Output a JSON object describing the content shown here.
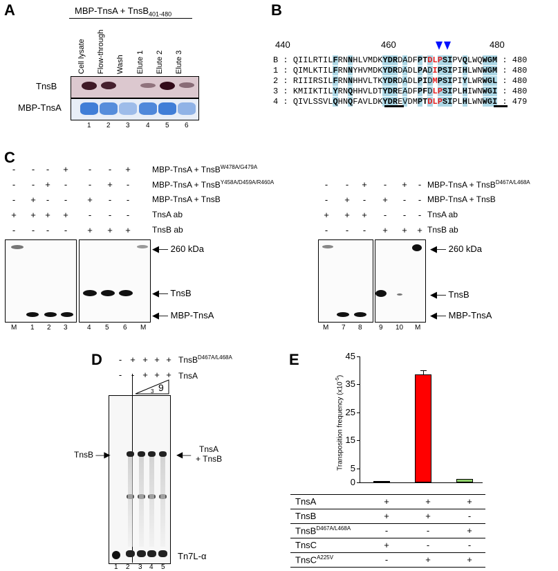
{
  "panels": {
    "A": "A",
    "B": "B",
    "C": "C",
    "D": "D",
    "E": "E"
  },
  "A": {
    "header_main": "MBP-TnsA + TnsB",
    "header_sub": "401-480",
    "lanes": [
      "Cell lysate",
      "Flow-through",
      "Wash",
      "Elute 1",
      "Elute 2",
      "Elute 3"
    ],
    "lane_numbers": [
      "1",
      "2",
      "3",
      "4",
      "5",
      "6"
    ],
    "row_tnsb": "TnsB",
    "row_mbp": "MBP-TnsA",
    "tnsb_intensity": [
      0.9,
      0.85,
      0,
      0.25,
      1,
      0.3
    ],
    "mbp_intensity": [
      0.9,
      0.75,
      0.25,
      0.8,
      0.9,
      0.35
    ]
  },
  "B": {
    "pos_labels": [
      "440",
      "460",
      "480"
    ],
    "rows": [
      {
        "id": "B :",
        "seq": "QIILRTILFRNNHLVMDKYDRDADFPTDLPSIPVQLWQWGM",
        "end": ": 480"
      },
      {
        "id": "1 :",
        "seq": "QIMLKTILFRNNYHVMDKYDRDADLPADIPSIPIHLWNWGM",
        "end": ": 480"
      },
      {
        "id": "2 :",
        "seq": "RIIIRSILFRNNHHVLTKYDRDADLPIDMPSIPIYLWRWGL",
        "end": ": 480"
      },
      {
        "id": "3 :",
        "seq": "KMIIKTILYRNQHHVLDTYDREADFPFDLPSIPLHIWNWGI",
        "end": ": 480"
      },
      {
        "id": "4 :",
        "seq": "QIVLSSVLQHNQFAVLDKYDREVDMPTDLPSIPLHLWNWGI",
        "end": ": 479"
      }
    ]
  },
  "C": {
    "left_rows": [
      {
        "label": "MBP-TnsA + TnsB",
        "sup": "W478A/G479A",
        "signs": [
          "-",
          "-",
          "-",
          "+",
          "-",
          "-",
          "+"
        ]
      },
      {
        "label": "MBP-TnsA + TnsB",
        "sup": "Y458A/D459A/R460A",
        "signs": [
          "-",
          "-",
          "+",
          "-",
          "-",
          "+",
          "-"
        ]
      },
      {
        "label": "MBP-TnsA + TnsB",
        "sup": "",
        "signs": [
          "-",
          "+",
          "-",
          "-",
          "+",
          "-",
          "-"
        ]
      },
      {
        "label": "TnsA ab",
        "sup": "",
        "signs": [
          "+",
          "+",
          "+",
          "+",
          "-",
          "-",
          "-"
        ]
      },
      {
        "label": "TnsB ab",
        "sup": "",
        "signs": [
          "-",
          "-",
          "-",
          "-",
          "+",
          "+",
          "+"
        ]
      }
    ],
    "right_rows": [
      {
        "label": "MBP-TnsA + TnsB",
        "sup": "D467A/L468A",
        "signs": [
          "-",
          "-",
          "+",
          "-",
          "+",
          "-"
        ]
      },
      {
        "label": "MBP-TnsA + TnsB",
        "sup": "",
        "signs": [
          "-",
          "+",
          "-",
          "+",
          "-",
          "-"
        ]
      },
      {
        "label": "TnsA ab",
        "sup": "",
        "signs": [
          "+",
          "+",
          "+",
          "-",
          "-",
          "-"
        ]
      },
      {
        "label": "TnsB ab",
        "sup": "",
        "signs": [
          "-",
          "-",
          "-",
          "+",
          "+",
          "+"
        ]
      }
    ],
    "marker_label": "260 kDa",
    "band_tnsb": "TnsB",
    "band_mbp": "MBP-TnsA",
    "left_lanes": [
      "M",
      "1",
      "2",
      "3",
      "4",
      "5",
      "6",
      "M"
    ],
    "right_lanes": [
      "M",
      "7",
      "8",
      "9",
      "10",
      "M"
    ]
  },
  "D": {
    "row1_label": "TnsB",
    "row1_sup": "D467A/L468A",
    "row1_signs": [
      "-",
      "+",
      "+",
      "+",
      "+"
    ],
    "row2_label": "TnsA",
    "row2_signs": [
      "-",
      "-",
      "+",
      "+",
      "+"
    ],
    "ramp_small": "3",
    "ramp_big": "9",
    "left_arrow": "TnsB",
    "right_arrow_1": "TnsA",
    "right_arrow_2": "+ TnsB",
    "probe_label": "Tn7L-α",
    "lanes": [
      "1",
      "2",
      "3",
      "4",
      "5"
    ]
  },
  "E": {
    "ylabel": "Transposition frequency (x10",
    "ylabel_sup": "-5",
    "ylabel_end": ")",
    "yticks": [
      "0",
      "5",
      "15",
      "25",
      "35",
      "45"
    ],
    "table_rows": [
      {
        "label": "TnsA",
        "sup": "",
        "cells": [
          "+",
          "+",
          "+"
        ]
      },
      {
        "label": "TnsB",
        "sup": "",
        "cells": [
          "+",
          "+",
          "-"
        ]
      },
      {
        "label": "TnsB",
        "sup": "D467A/L468A",
        "cells": [
          "-",
          "-",
          "+"
        ]
      },
      {
        "label": "TnsC",
        "sup": "",
        "cells": [
          "+",
          "-",
          "-"
        ]
      },
      {
        "label": "TnsC",
        "sup": "A225V",
        "cells": [
          "-",
          "+",
          "+"
        ]
      }
    ],
    "colors": [
      "#6a7a3a",
      "#ff0000",
      "#8fd16a"
    ]
  },
  "chart_data": {
    "type": "bar",
    "categories": [
      "TnsA+TnsB+TnsC",
      "TnsA+TnsB+TnsC A225V",
      "TnsA+TnsB D467A/L468A+TnsC A225V"
    ],
    "values": [
      0.2,
      38.5,
      1.2
    ],
    "error": [
      0,
      1.5,
      0
    ],
    "ylabel": "Transposition frequency (x10-5)",
    "ylim": [
      0,
      45
    ]
  }
}
